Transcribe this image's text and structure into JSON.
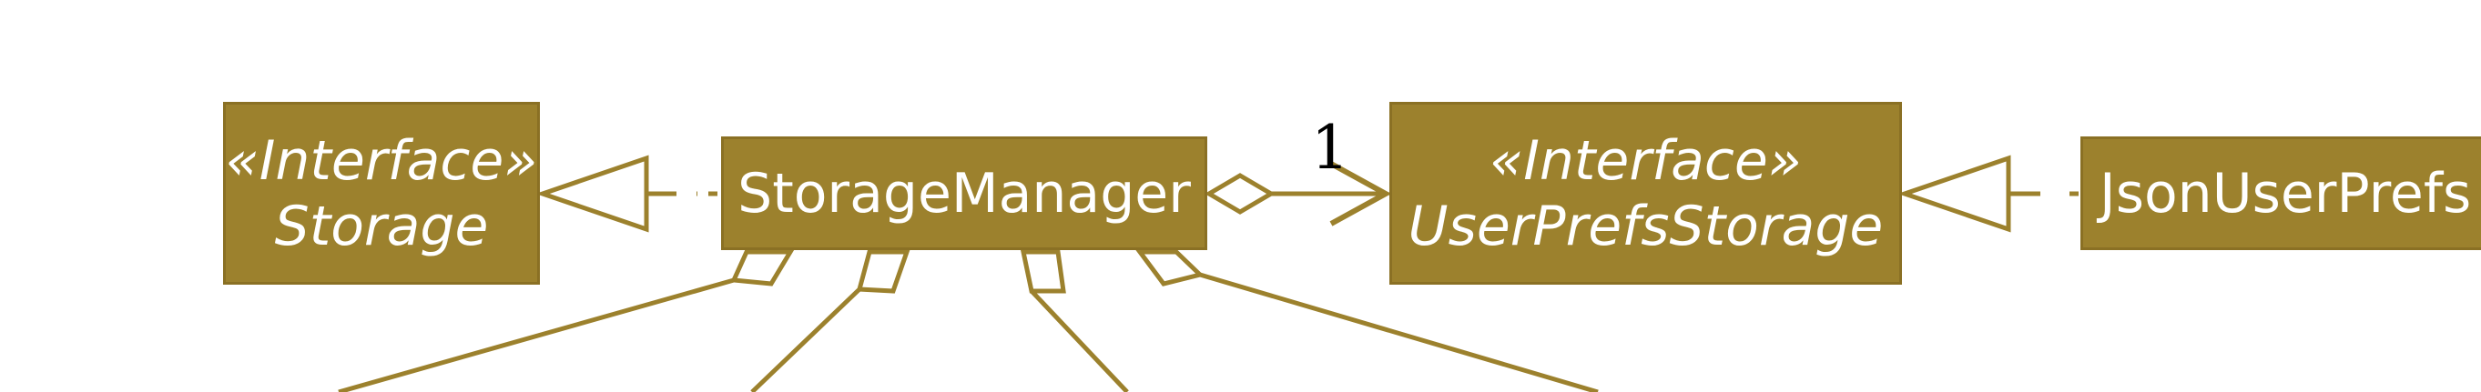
{
  "diagram": {
    "colors": {
      "node_fill": "#9c812d",
      "node_border": "#8a7024",
      "node_text": "#ffffff",
      "edge": "#9c812d",
      "multiplicity_text": "#000000"
    },
    "nodes": {
      "storage": {
        "stereotype": "«Interface»",
        "name": "Storage"
      },
      "storage_manager": {
        "name": "StorageManager"
      },
      "user_prefs_storage": {
        "stereotype": "«Interface»",
        "name": "UserPrefsStorage"
      },
      "json_user_prefs": {
        "name": "JsonUserPrefs"
      }
    },
    "edges": {
      "sm_to_storage": {
        "kind": "realization"
      },
      "sm_to_ups": {
        "kind": "aggregation-association",
        "multiplicity": "1"
      },
      "jups_to_ups": {
        "kind": "realization"
      },
      "sm_down_aggregations": {
        "kind": "aggregation",
        "count": 4
      }
    }
  }
}
